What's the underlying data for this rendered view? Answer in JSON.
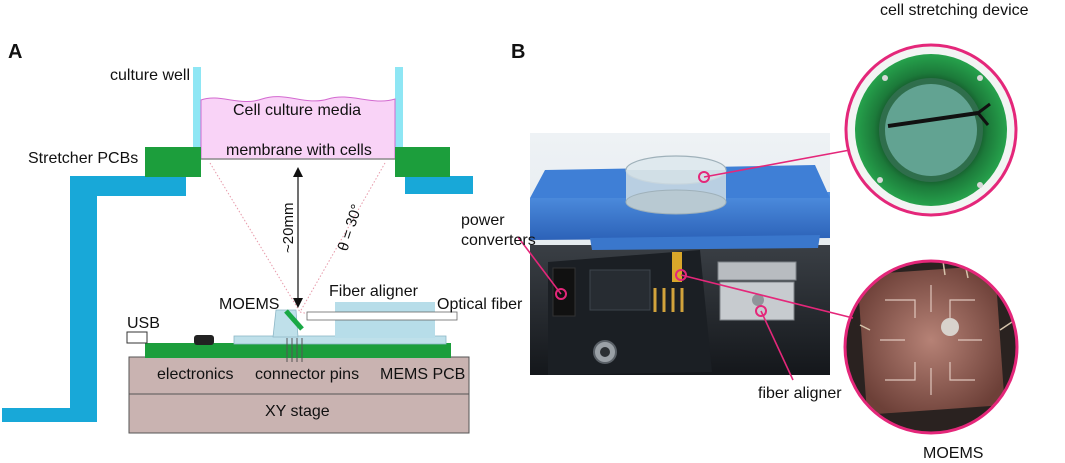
{
  "panel_a": {
    "panel_letter": "A",
    "labels": {
      "culture_well": "culture well",
      "cell_culture_media": "Cell culture media",
      "stretcher_pcbs": "Stretcher PCBs",
      "membrane_with_cells": "membrane with cells",
      "distance": "~20mm",
      "angle": "θ = 30°",
      "fiber_aligner": "Fiber aligner",
      "moems": "MOEMS",
      "optical_fiber": "Optical fiber",
      "usb": "USB",
      "electronics": "electronics",
      "connector_pins": "connector pins",
      "mems_pcb": "MEMS PCB",
      "xy_stage": "XY stage"
    }
  },
  "panel_b": {
    "panel_letter": "B",
    "labels": {
      "cell_stretching_device": "cell stretching device",
      "power_converters_line1": "power",
      "power_converters_line2": "converters",
      "fiber_aligner": "fiber aligner",
      "moems": "MOEMS"
    }
  },
  "colors": {
    "well_blue": "#8ee6f4",
    "support_blue": "#18a8d8",
    "pcb_green": "#1c9e3c",
    "media_pink": "#f9d3f7",
    "stage_mauve": "#c9b3b1",
    "aligner_blue": "#b7dde9",
    "callout_pink": "#e4277a"
  }
}
